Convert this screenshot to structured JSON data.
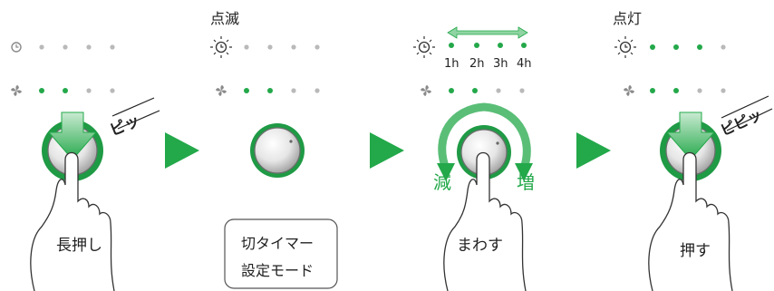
{
  "panel1": {
    "caption": "長押し",
    "sound": "ピッ"
  },
  "panel2": {
    "status": "点滅",
    "box_line1": "切タイマー",
    "box_line2": "設定モード"
  },
  "panel3": {
    "hours": [
      "1h",
      "2h",
      "3h",
      "4h"
    ],
    "decrease": "減",
    "increase": "増",
    "caption": "まわす"
  },
  "panel4": {
    "status": "点灯",
    "caption": "押す",
    "sound": "ピピッ"
  },
  "colors": {
    "green": "#23a84a",
    "green_light": "#8fd4a2",
    "led_off": "#b9b9b9",
    "icon": "#8a8a8a",
    "text": "#222222"
  },
  "icons": [
    "clock-icon",
    "fan-icon",
    "timer-lit-icon",
    "arrow-right-icon",
    "press-down-arrow-icon",
    "rotate-arrow-icon",
    "hand-icon",
    "knob-button"
  ]
}
